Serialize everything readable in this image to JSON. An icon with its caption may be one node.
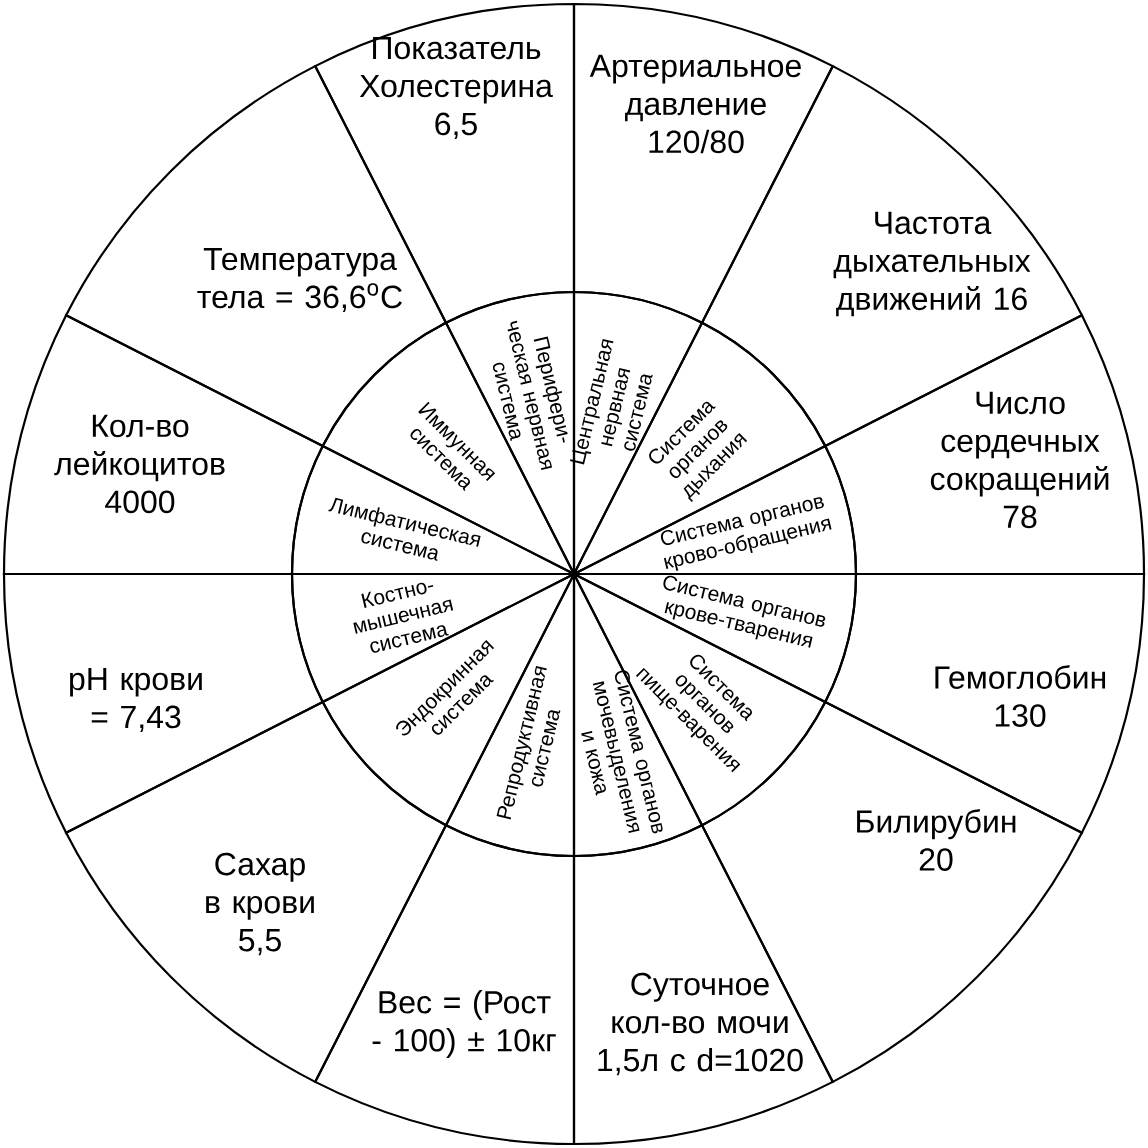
{
  "diagram": {
    "nodes": [
      {
        "text": [
          "Показатель Холестерина 6,5"
        ]
      },
      {
        "text": [
          "Артериальное давление 120/80"
        ]
      },
      {
        "text": [
          "Частота дыхательных движений 16"
        ]
      },
      {
        "text": [
          "Число сердечных сокращений 78"
        ]
      },
      {
        "text": [
          "Гемоглобин 130"
        ]
      },
      {
        "text": [
          "Билирубин 20"
        ]
      },
      {
        "text": [
          "Суточное кол-во мочи 1,5л с d=1020"
        ]
      },
      {
        "text": [
          "Вес = (Рост - 100) ± 10кг"
        ]
      },
      {
        "text": [
          "Сахар в крови 5,5"
        ]
      },
      {
        "text": [
          "pH крови = 7,43"
        ]
      },
      {
        "text": [
          "Кол-во лейкоцитов 4000"
        ]
      },
      {
        "text": [
          "Температура тела = 36,6$^{o}$С"
        ]
      },
      {
        "text": [
          "Перифери-ческая нервная система"
        ]
      },
      {
        "text": [
          "Центральная нервная система"
        ]
      },
      {
        "text": [
          "Система органов дыхания"
        ]
      },
      {
        "text": [
          "Система органов крово-обращения"
        ]
      },
      {
        "text": [
          "Система органов крове-тварения"
        ]
      },
      {
        "text": [
          "Система органов пище-варения"
        ]
      },
      {
        "text": [
          "Система органов мочевыделения и кожа"
        ]
      },
      {
        "text": [
          "Репродуктивная система"
        ]
      },
      {
        "text": [
          "Эндокринная система"
        ]
      },
      {
        "text": [
          "Костно-мышечная система"
        ]
      },
      {
        "text": [
          "Лимфатическая система"
        ]
      },
      {
        "text": [
          "Иммунная система"
        ]
      }
    ]
  }
}
